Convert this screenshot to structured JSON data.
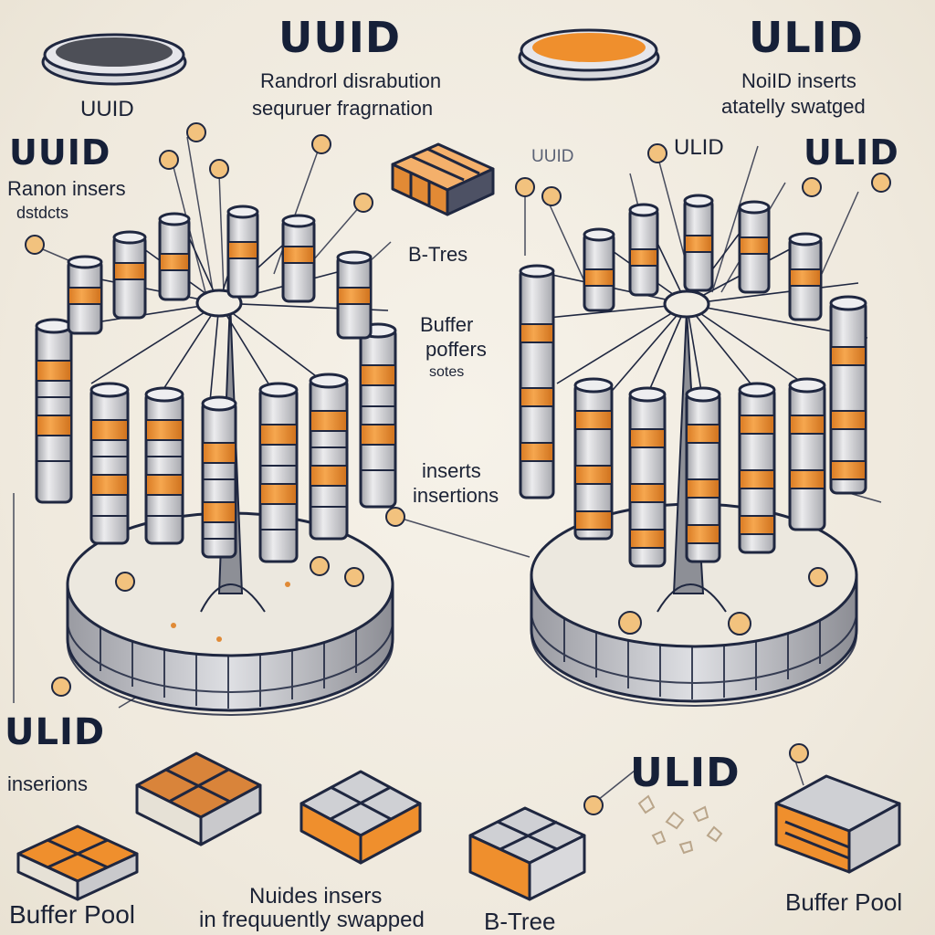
{
  "titles": {
    "top_left": "UUID",
    "top_right": "ULID",
    "left_heading": "UUID",
    "left_lower_heading": "ULID",
    "right_heading": "ULID",
    "bottom_heading": "ULID"
  },
  "labels": {
    "disk_left_caption": "UUID",
    "random_line1": "Randrorl disrabution",
    "random_line2": "sequruer fragrnation",
    "ulid_line1": "NoiID inserts",
    "ulid_line2": "atatelly swatged",
    "random_inserts_line1": "Ranon insers",
    "random_inserts_line2": "dstdcts",
    "b_tree_mid": "B-Tres",
    "buffer_line1": "Buffer",
    "buffer_line2": "poffers",
    "buffer_line3": "sotes",
    "inserts_line1": "inserts",
    "inserts_line2": "insertions",
    "uuid_small": "UUID",
    "ulid_small": "ULID",
    "insertions_left": "inserions",
    "nodes_line1": "Nuides insers",
    "nodes_line2": "in frequuently swapped",
    "buffer_pool_left": "Buffer Pool",
    "b_tree_bottom": "B-Tree",
    "buffer_pool_right": "Buffer Pool"
  },
  "colors": {
    "navy": "#1f2740",
    "orange": "#ef8f2d",
    "grey": "#c9c9cc",
    "paper": "#f1ece1"
  },
  "icon_names": [
    "uuid-disk-icon",
    "ulid-disk-icon",
    "block-stack-icon",
    "b-tree-tower-icon",
    "buffer-pool-icon",
    "scatter-debris-icon"
  ]
}
